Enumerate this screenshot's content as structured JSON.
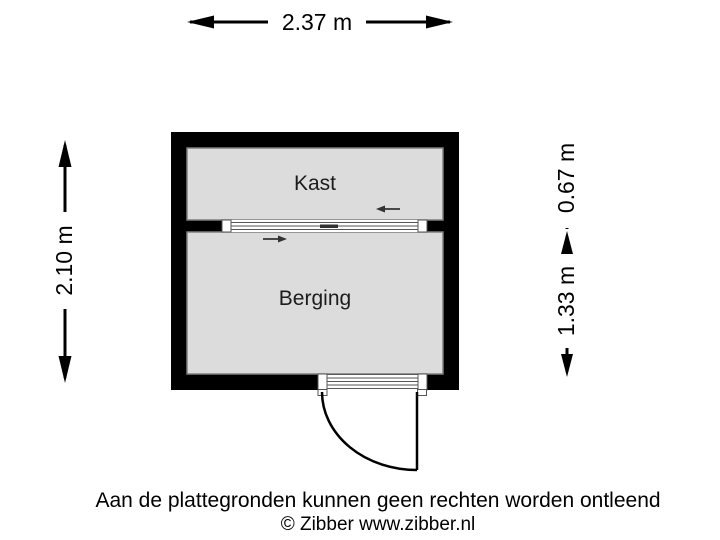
{
  "floor_plan": {
    "rooms": [
      {
        "label": "Kast"
      },
      {
        "label": "Berging"
      }
    ],
    "dimensions": {
      "top": "2.37 m",
      "left": "2.10 m",
      "right_top": "0.67 m",
      "right_bottom": "1.33 m"
    },
    "colors": {
      "wall": "#000000",
      "room_fill": "#dcdcdc",
      "room_outline": "#7e7e7e",
      "door_detail": "#555555",
      "background": "#ffffff"
    }
  },
  "footer": {
    "disclaimer": "Aan de plattegronden kunnen geen rechten worden ontleend",
    "copyright": "© Zibber www.zibber.nl"
  }
}
